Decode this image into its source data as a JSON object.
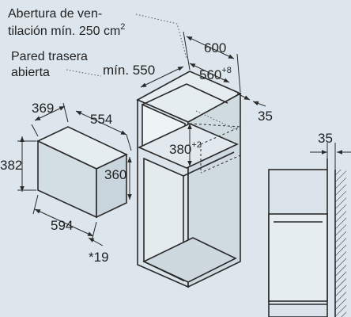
{
  "notes": {
    "ventilation_line1": "Abertura de ven-",
    "ventilation_line2": "tilación mín. 250 cm",
    "ventilation_sup": "2",
    "rear_wall_line1": "Pared trasera",
    "rear_wall_line2": "abierta"
  },
  "cabinet_dims": {
    "min_depth": "mín. 550",
    "outer_width": "600",
    "niche_width": "560",
    "niche_width_tol": "+8",
    "side_offset": "35",
    "niche_height": "380",
    "niche_height_tol": "+2"
  },
  "appliance_dims": {
    "depth": "369",
    "inner_width": "554",
    "height": "382",
    "inner_height": "360",
    "width": "594",
    "front_offset": "*19"
  },
  "side_view_dims": {
    "gap": "35"
  },
  "colors": {
    "background": "#dde6ec",
    "line": "#2a2a2a",
    "dotted": "#555555"
  }
}
